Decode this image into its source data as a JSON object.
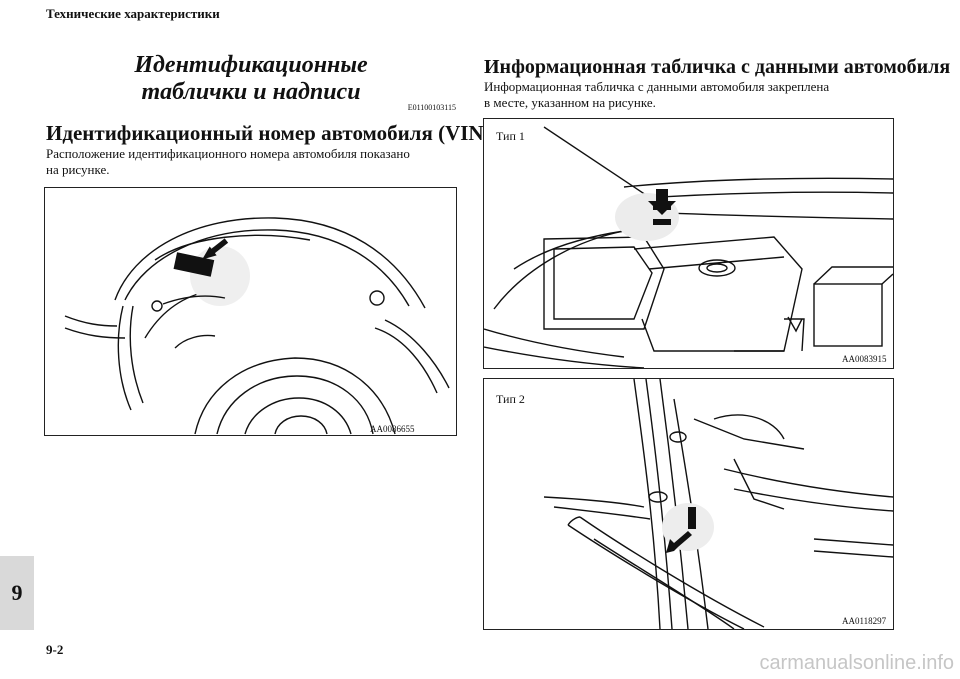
{
  "header": {
    "title": "Технические характеристики"
  },
  "section": {
    "title_line1": "Идентификационные",
    "title_line2": "таблички и надписи",
    "code": "E01100103115"
  },
  "vin": {
    "heading": "Идентификационный номер автомобиля (VIN)",
    "text_line1": "Расположение идентификационного номера автомобиля показано",
    "text_line2": "на рисунке.",
    "figure_code": "AA0086655"
  },
  "plate": {
    "heading": "Информационная табличка с данными автомобиля",
    "text_line1": "Информационная табличка с данными автомобиля закреплена",
    "text_line2": "в месте, указанном на рисунке.",
    "type1_label": "Тип 1",
    "type1_code": "AA0083915",
    "type2_label": "Тип 2",
    "type2_code": "AA0118297"
  },
  "footer": {
    "chapter": "9",
    "page_number": "9-2",
    "watermark": "carmanualsonline.info"
  }
}
